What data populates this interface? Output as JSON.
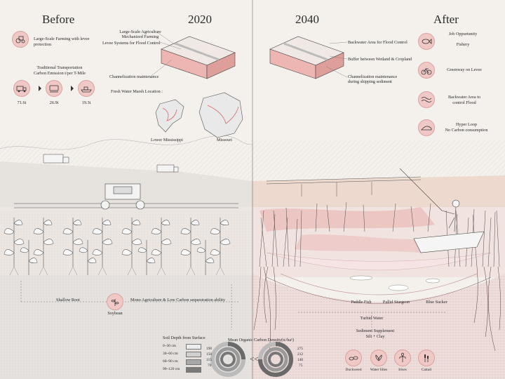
{
  "headings": {
    "before": "Before",
    "year_left": "2020",
    "year_right": "2040",
    "after": "After"
  },
  "before_panel": {
    "large_scale_farming": "Large-Scale Farming with levee protection",
    "transport_title": "Traditional Transportation",
    "transport_subtitle": "Carbon Emission t/per T-Mile",
    "emissions": [
      "71.6t",
      "26.9t",
      "19.3t"
    ]
  },
  "left_block_labels": {
    "ag_line1": "Large-Scale Agriculture",
    "ag_line2": "Mechanized Farming",
    "levee": "Levee Systems for Flood Control",
    "channel": "Channelization maintenance",
    "marsh": "Fresh Water Marsh Location :",
    "lower_ms": "Lower Mississippi",
    "missouri": "Missouri"
  },
  "right_block_labels": {
    "backwater": "Backwater Area for Flood Control",
    "buffer": "Buffer between Wetland & Cropland",
    "channel_line1": "Channelization maintenance",
    "channel_line2": "during shipping sediment"
  },
  "after_panel": {
    "jobs_line1": "Job Oppurtunity",
    "jobs_line2": "Fishery",
    "greenway": "Greenway on Levee",
    "backwater_line1": "Backwater Area to",
    "backwater_line2": "control Flood",
    "hyperloop_line1": "Hyper Loop",
    "hyperloop_line2": "No Carbon consumption"
  },
  "section_labels": {
    "shallow_root": "Shallow Root",
    "mono_ag": "Mono Agriculture & Low Carbon sequestration ability",
    "soybean": "Soybean",
    "paddle_fish": "Paddle Fish",
    "pallid_sturgeon": "Pallid Sturgeon",
    "blue_sucker": "Blue Sucker",
    "turbid_water": "Turbid Water",
    "sediment_line1": "Sediment Supplement",
    "sediment_line2": "Silt + Clay"
  },
  "plants": [
    "Duckweed",
    "Water lilies",
    "Irises",
    "Cattail"
  ],
  "legend": {
    "title": "Soil Depth from Surface",
    "items": [
      {
        "label": "0~30 cm",
        "color": "#ececec"
      },
      {
        "label": "30~60 cm",
        "color": "#cfcfcf"
      },
      {
        "label": "60~90 cm",
        "color": "#a8a8a8"
      },
      {
        "label": "90~120 cm",
        "color": "#7a7a7a"
      }
    ]
  },
  "carbon": {
    "title": "Mean Organic Carbon Density(tc/ha¹)",
    "left_values": [
      "190",
      "150",
      "115",
      "70"
    ],
    "right_values": [
      "275",
      "212",
      "140",
      "75"
    ],
    "arrow": "<<"
  }
}
